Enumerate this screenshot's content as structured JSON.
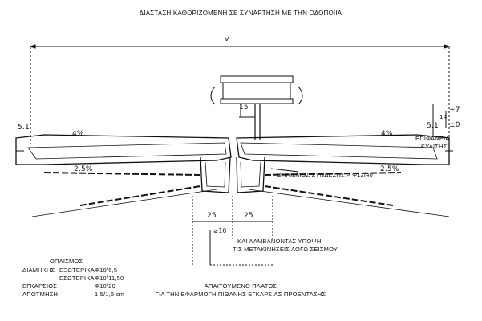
{
  "title": "ΔΙΑΣΤΑΣΗ ΚΑΘΟΡΙΖΟΜΕΝΗ ΣΕ ΣΥΝΑΡΤΗΣΗ ΜΕ ΤΗΝ ΟΔΟΠΟΙΙΑ",
  "dimension_v": "v",
  "labels": {
    "dim_15_top": "15",
    "slope_left_top": "4%",
    "slope_left_bottom": "2.5%",
    "slope_right_top": "4%",
    "slope_right_bottom": "2.5%",
    "edge_left": "5.1",
    "edge_right": "5.1",
    "plus7": "+7",
    "pm0": "±0",
    "small_14": "14",
    "surface_1": "ΕΠΙΦΑΝΕΙΑ",
    "surface_2": "ΚΥΛΙΣΗΣ",
    "connection_reinforcement": "ΟΠΛΙΣΜΟΣ ΣΥΝΔΕΣΗΣ > Φ12/40",
    "dim_25_left": "25",
    "dim_25_right": "25",
    "min_10": "≥10",
    "seismic_1": "ΚΑΙ ΛΑΜΒΑΝΟΝΤΑΣ ΥΠΟΨΗ",
    "seismic_2": "ΤΙΣ ΜΕΤΑΚΙΝΗΣΕΙΣ ΛΟΓΩ ΣΕΙΣΜΟΥ",
    "required_width_1": "ΑΠΑΙΤΟΥΜΕΝΟ ΠΛΑΤΟΣ",
    "required_width_2": "ΓΙΑ ΤΗΝ ΕΦΑΡΜΟΓΗ ΠΙΘΑΝΗΣ ΕΓΚΑΡΣΙΑΣ ΠΡΟΕΝΤΑΣΗΣ"
  },
  "reinforcement_table": {
    "heading": "ΟΠΛΙΣΜΟΣ",
    "rows": [
      {
        "label": "ΔΙΑΜΗΚΗΣ",
        "sub": "ΕΞΩΤΕΡΙΚΑ",
        "value": "Φ10/6,5"
      },
      {
        "label": "",
        "sub": "ΕΣΩΤΕΡΙΚΑ",
        "value": "Φ10/11,50"
      },
      {
        "label": "ΕΓΚΑΡΣΙΟΣ",
        "sub": "",
        "value": "Φ10/20"
      },
      {
        "label": "ΑΠΟΤΜΗΣΗ",
        "sub": "",
        "value": "1,5/1,5 cm"
      }
    ]
  }
}
